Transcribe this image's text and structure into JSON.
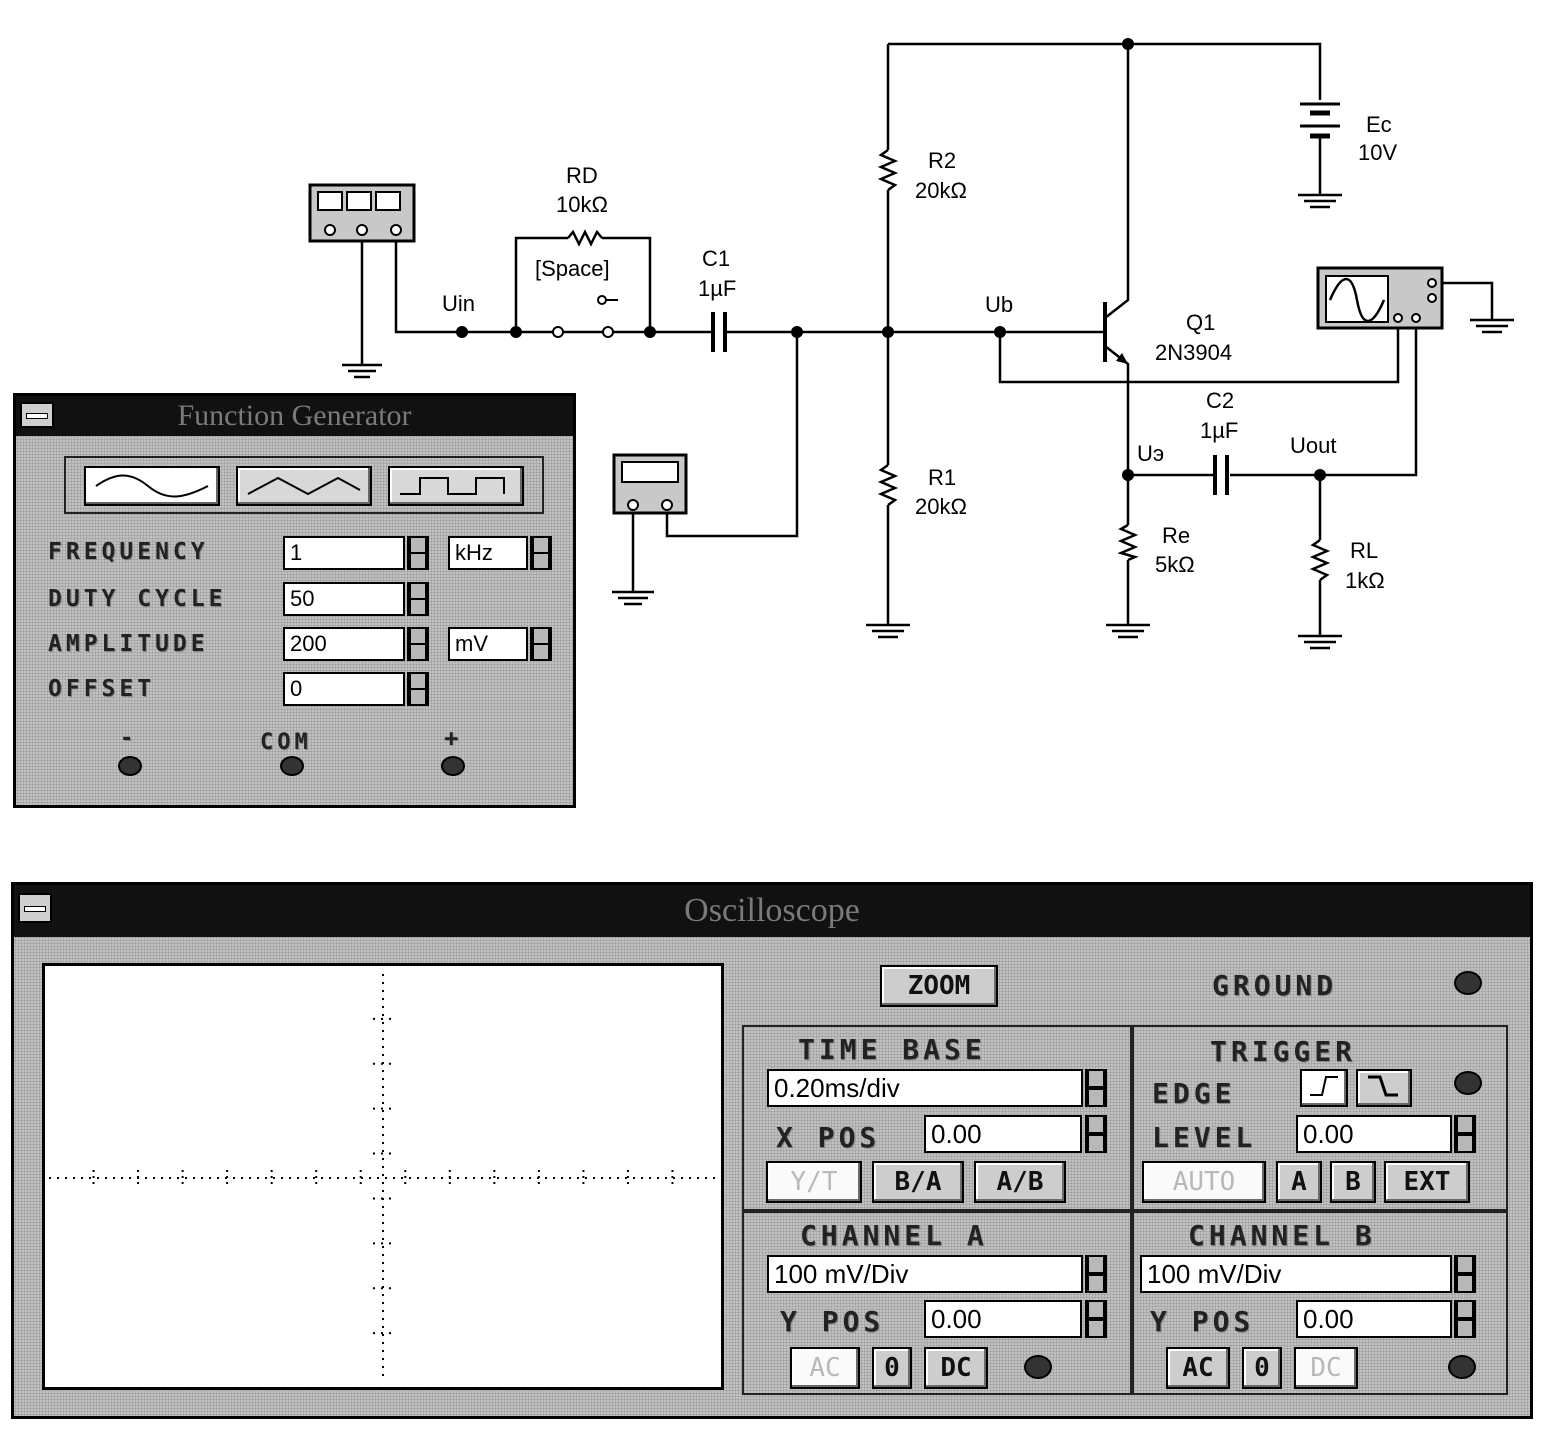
{
  "schematic": {
    "rd": {
      "name": "RD",
      "value": "10kΩ",
      "key": "[Space]"
    },
    "c1": {
      "name": "C1",
      "value": "1µF"
    },
    "r2": {
      "name": "R2",
      "value": "20kΩ"
    },
    "r1": {
      "name": "R1",
      "value": "20kΩ"
    },
    "ec": {
      "name": "Ec",
      "value": "10V"
    },
    "q1": {
      "name": "Q1",
      "value": "2N3904"
    },
    "c2": {
      "name": "C2",
      "value": "1µF"
    },
    "re": {
      "name": "Re",
      "value": "5kΩ"
    },
    "rl": {
      "name": "RL",
      "value": "1kΩ"
    },
    "nodes": {
      "uin": "Uin",
      "ub": "Ub",
      "ue": "Uэ",
      "uout": "Uout"
    }
  },
  "function_generator": {
    "title": "Function Generator",
    "waveforms": [
      "sine-wave-icon",
      "triangle-wave-icon",
      "square-wave-icon"
    ],
    "frequency": {
      "label": "FREQUENCY",
      "value": "1",
      "unit": "kHz"
    },
    "duty_cycle": {
      "label": "DUTY CYCLE",
      "value": "50"
    },
    "amplitude": {
      "label": "AMPLITUDE",
      "value": "200",
      "unit": "mV"
    },
    "offset": {
      "label": "OFFSET",
      "value": "0"
    },
    "terminals": {
      "minus": "-",
      "com": "COM",
      "plus": "+"
    }
  },
  "oscilloscope": {
    "title": "Oscilloscope",
    "zoom": "ZOOM",
    "ground": "GROUND",
    "time_base": {
      "label": "TIME BASE",
      "value": "0.20ms/div",
      "xpos_label": "X POS",
      "xpos": "0.00",
      "modes": [
        "Y/T",
        "B/A",
        "A/B"
      ]
    },
    "trigger": {
      "label": "TRIGGER",
      "edge_label": "EDGE",
      "level_label": "LEVEL",
      "level": "0.00",
      "modes": [
        "AUTO",
        "A",
        "B",
        "EXT"
      ]
    },
    "channel_a": {
      "label": "CHANNEL A",
      "scale": "100 mV/Div",
      "ypos_label": "Y POS",
      "ypos": "0.00",
      "coupling": [
        "AC",
        "0",
        "DC"
      ]
    },
    "channel_b": {
      "label": "CHANNEL B",
      "scale": "100 mV/Div",
      "ypos_label": "Y POS",
      "ypos": "0.00",
      "coupling": [
        "AC",
        "0",
        "DC"
      ]
    }
  }
}
